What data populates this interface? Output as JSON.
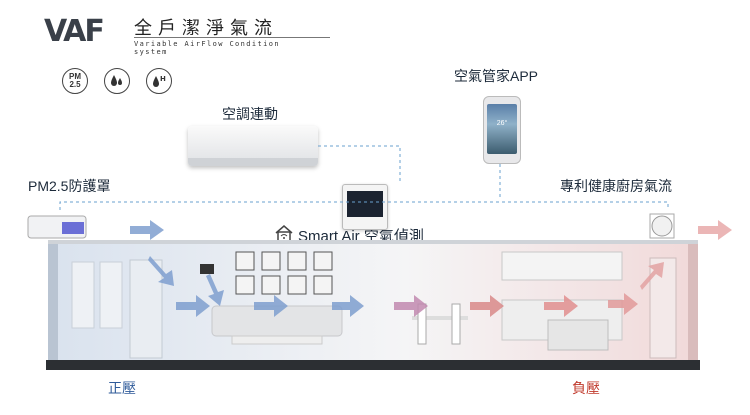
{
  "logo": {
    "mark": "VAF",
    "title_cn": "全戶潔淨氣流",
    "subtitle_en": "Variable AirFlow Condition system"
  },
  "badges": {
    "pm25": "PM\n2.5",
    "humidity_icon": "humidity-drops-icon",
    "humidity_h_icon": "humidity-h-icon"
  },
  "labels": {
    "ac": "空調連動",
    "app": "空氣管家APP",
    "pm_cover": "PM2.5防護罩",
    "kitchen": "專利健康廚房氣流",
    "smart_air": "Smart Air  空氣偵測",
    "positive": "正壓",
    "negative": "負壓"
  },
  "devices": {
    "phone_temp": "26°"
  },
  "colors": {
    "positive": "#2f5b9a",
    "negative": "#c0392b",
    "dashed": "#6aa0cf",
    "arrow_blue": "#7f9fcf",
    "arrow_red": "#d98a8a"
  }
}
